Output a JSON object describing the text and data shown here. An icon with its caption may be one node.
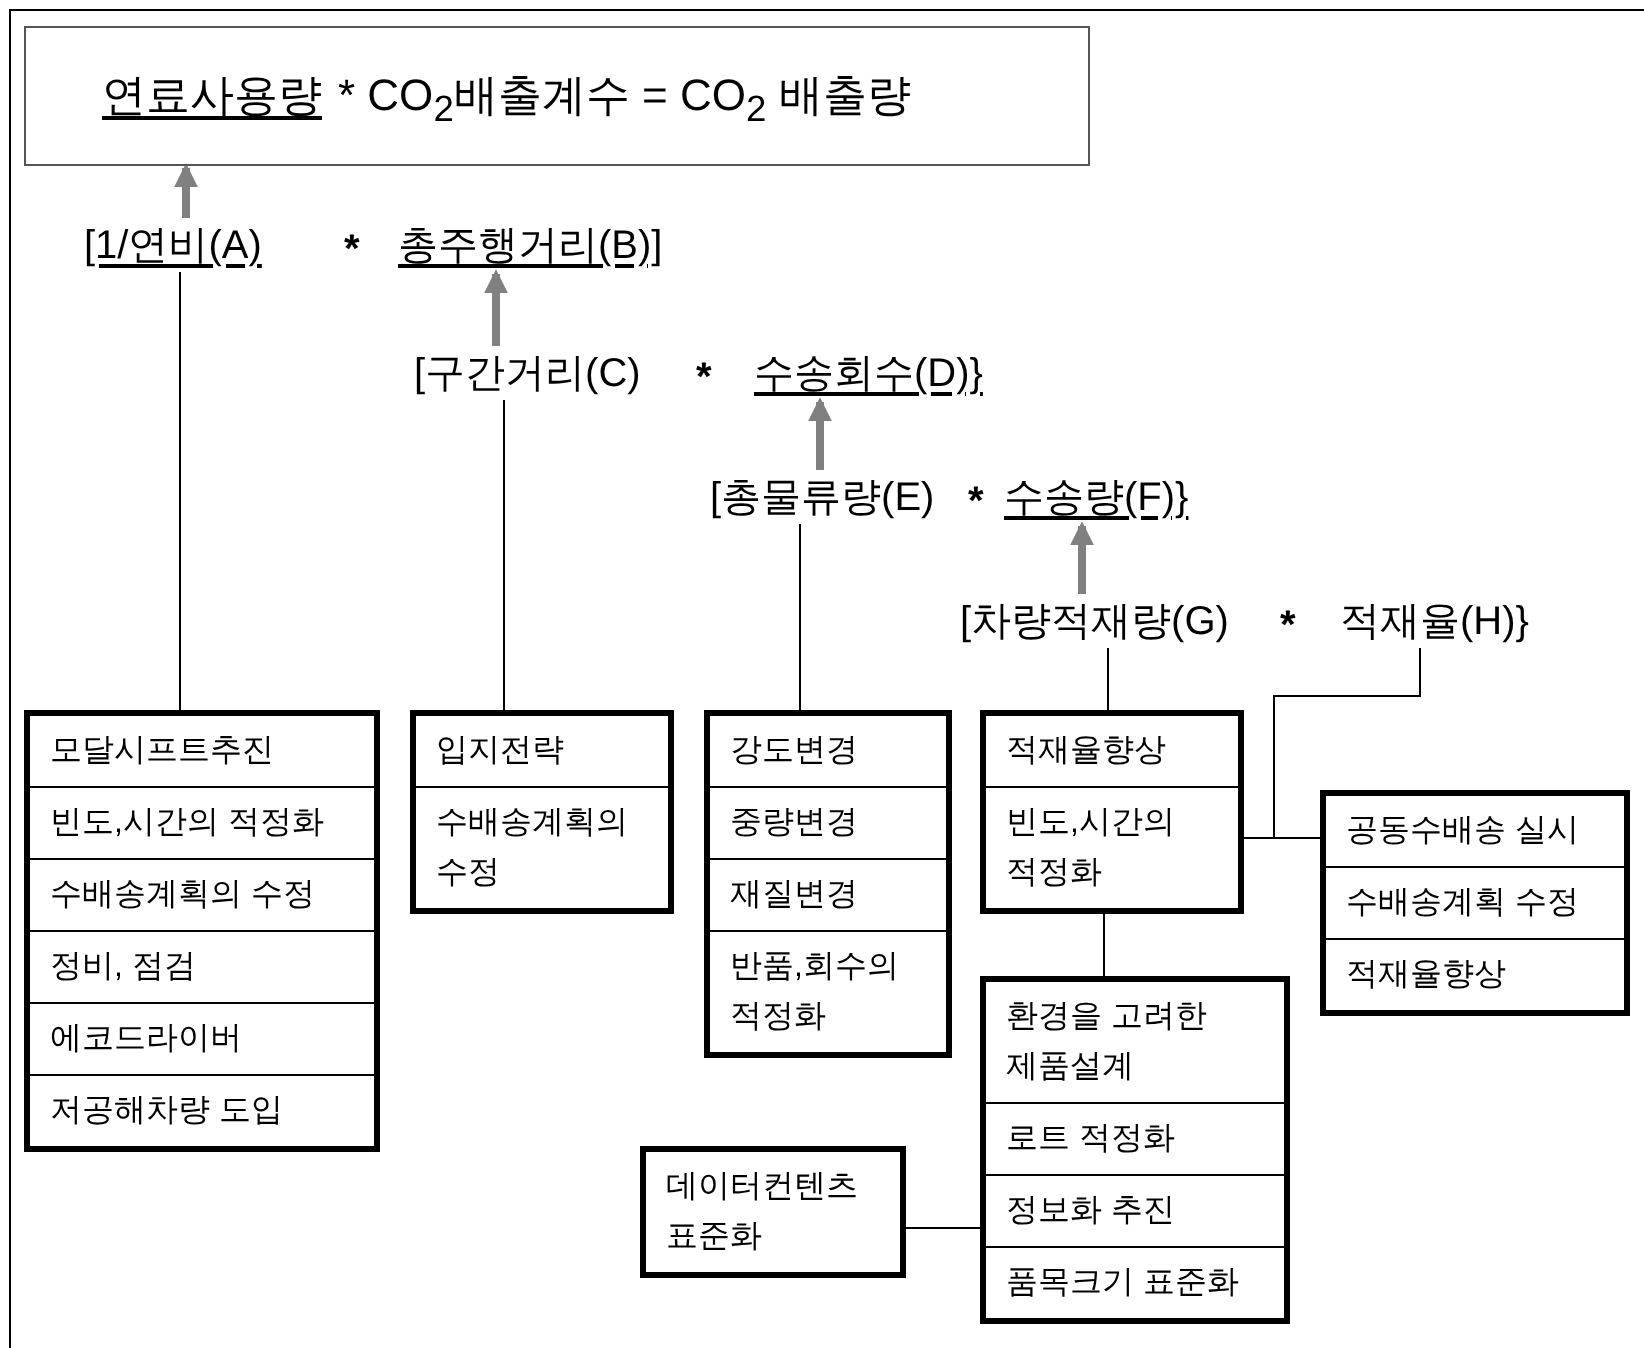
{
  "diagram": {
    "nodes": [
      {
        "text": [
          "연료사용량",
          "* CO$_{2}$배출계수 = CO$_{2}$ 배출량"
        ]
      },
      {
        "text": [
          "[1/연비(A)"
        ]
      },
      {
        "text": [
          "총주행거리(B)]"
        ]
      },
      {
        "text": [
          "[구간거리(C)"
        ]
      },
      {
        "text": [
          "수송회수(D)}"
        ]
      },
      {
        "text": [
          "[총물류량(E)"
        ]
      },
      {
        "text": [
          "수송량(F)}"
        ]
      },
      {
        "text": [
          "[차량적재량(G)"
        ]
      },
      {
        "text": [
          "적재율(H)}"
        ]
      },
      {
        "text": [
          "모달시프트추진",
          "빈도,시간의 적정화",
          "수배송계획의 수정",
          "정비, 점검",
          "에코드라이버",
          "저공해차량 도입"
        ]
      },
      {
        "text": [
          "입지전략",
          "수배송계획의 수정"
        ]
      },
      {
        "text": [
          "강도변경",
          "중량변경",
          "재질변경",
          "반품,회수의 적정화"
        ]
      },
      {
        "text": [
          "적재율향상",
          "빈도,시간의 적정화"
        ]
      },
      {
        "text": [
          "공동수배송 실시",
          "수배송계획 수정",
          "적재율향상"
        ]
      },
      {
        "text": [
          "환경을 고려한 제품설계",
          "로트 적정화",
          "정보화 추진",
          "품목크기 표준화"
        ]
      },
      {
        "text": [
          "데이터컨텐츠 표준화"
        ]
      }
    ],
    "edges": [
      {
        "from": 1,
        "to": 0,
        "arrow": "to",
        "style": "thick",
        "color": "#808080"
      },
      {
        "from": 3,
        "to": 2,
        "arrow": "to",
        "style": "thick",
        "color": "#808080"
      },
      {
        "from": 5,
        "to": 4,
        "arrow": "to",
        "style": "thick",
        "color": "#808080"
      },
      {
        "from": 7,
        "to": 6,
        "arrow": "to",
        "style": "thick",
        "color": "#808080"
      },
      {
        "from": 1,
        "to": 9,
        "arrow": "none"
      },
      {
        "from": 3,
        "to": 10,
        "arrow": "none"
      },
      {
        "from": 5,
        "to": 11,
        "arrow": "none"
      },
      {
        "from": 7,
        "to": 12,
        "arrow": "none"
      },
      {
        "from": 8,
        "to": 13,
        "arrow": "none"
      },
      {
        "from": 12,
        "to": 13,
        "arrow": "none"
      },
      {
        "from": 12,
        "to": 14,
        "arrow": "none"
      },
      {
        "from": 15,
        "to": 14,
        "arrow": "none"
      }
    ],
    "labels": [
      "*",
      "*",
      "*",
      "*"
    ]
  }
}
